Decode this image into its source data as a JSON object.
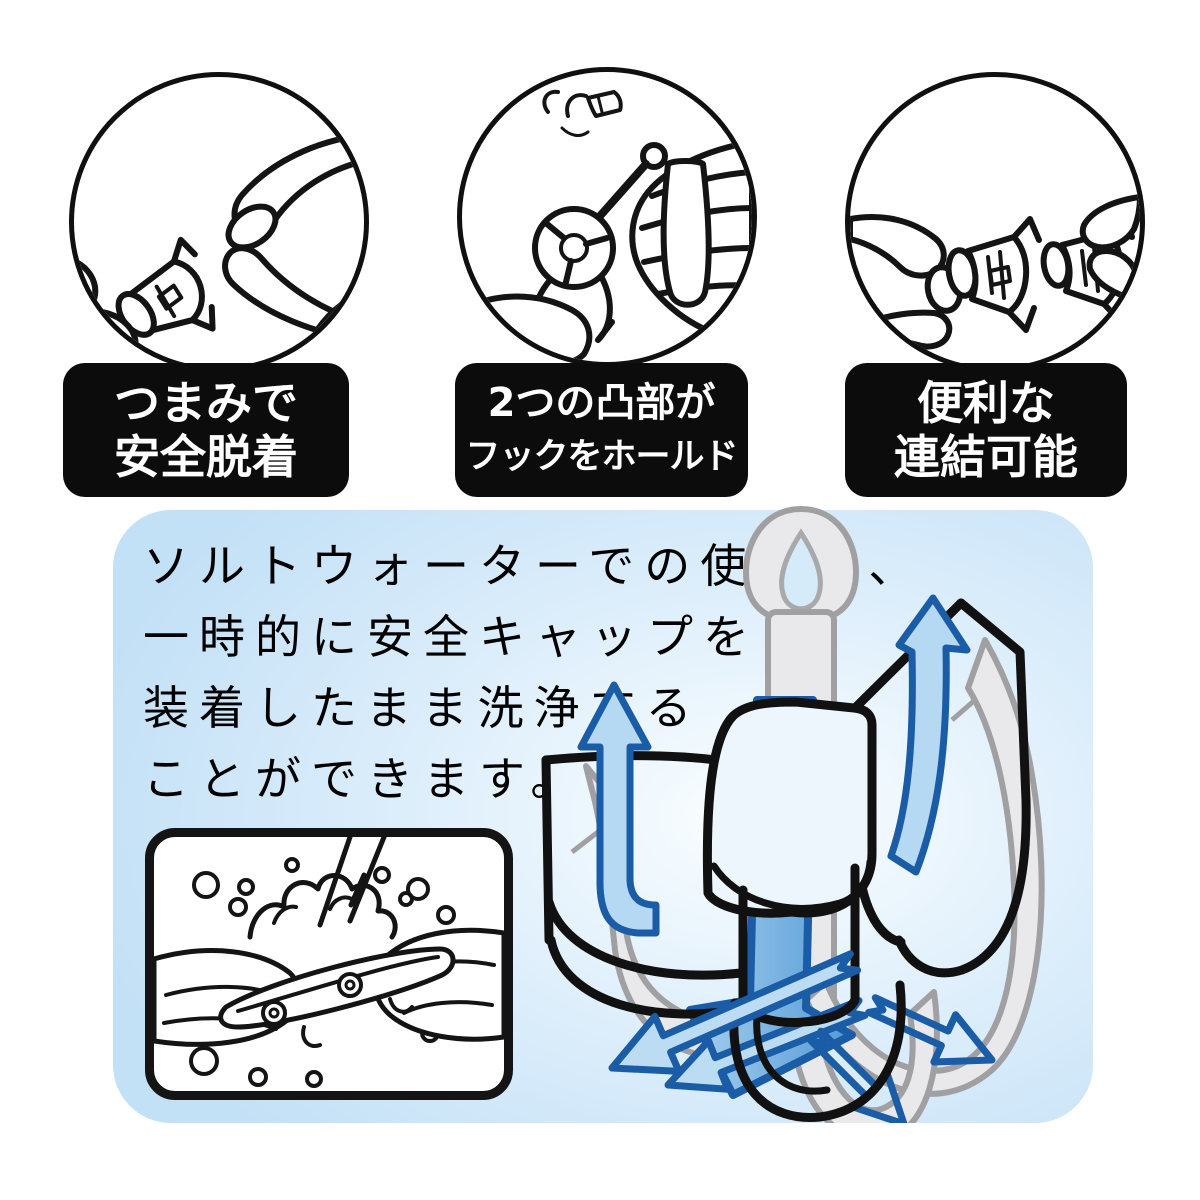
{
  "features": [
    {
      "icon": "pinch-fingers-illustration",
      "line1": "つまみで",
      "line2": "安全脱着"
    },
    {
      "icon": "cap-holding-hook-illustration",
      "line1": "2つの凸部が",
      "line2": "フックをホールド"
    },
    {
      "icon": "caps-connecting-illustration",
      "line1": "便利な",
      "line2": "連結可能"
    }
  ],
  "info_panel": {
    "bg_color": "#cde6f8",
    "label_bg": "#0c0c0c",
    "label_fg": "#ffffff",
    "arrow_color": "#1b5ca7",
    "lines": [
      "ソルトウォーターでの使用後、",
      "一時的に安全キャップを",
      "装着したまま洗浄する",
      "ことができます。"
    ],
    "washing_illustration": "hands-washing-lure-under-running-water",
    "main_illustration": "treble-hook-with-safety-cap-and-water-flow-arrows"
  }
}
